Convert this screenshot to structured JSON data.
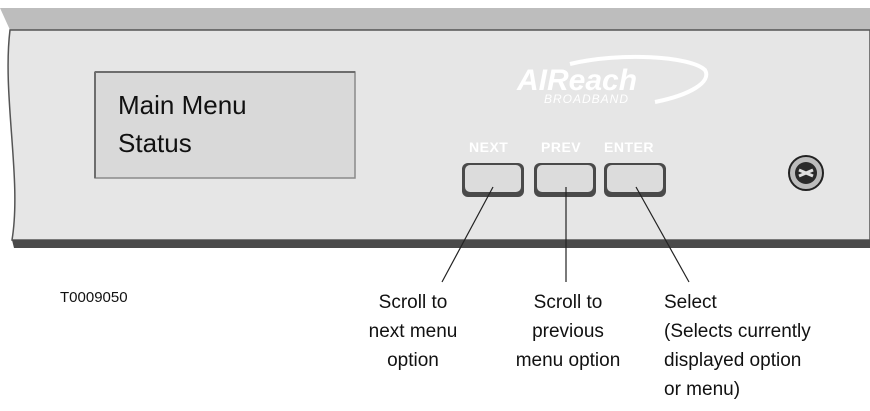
{
  "display": {
    "line1": "Main Menu",
    "line2": "Status"
  },
  "logo": {
    "brand": "AIReach",
    "sub": "BROADBAND"
  },
  "buttons": {
    "next": "NEXT",
    "prev": "PREV",
    "enter": "ENTER"
  },
  "figure_code": "T0009050",
  "callouts": {
    "next": [
      "Scroll to",
      "next menu",
      "option"
    ],
    "prev": [
      "Scroll to",
      "previous",
      "menu option"
    ],
    "enter": [
      "Select",
      "(Selects currently",
      "displayed option",
      "or menu)"
    ]
  },
  "icons": {
    "screw": "screw-icon"
  },
  "colors": {
    "panel": "#e6e6e6",
    "panel_edge": "#555555",
    "lcd": "#d9d9d9",
    "button": "#dcdcdc"
  }
}
